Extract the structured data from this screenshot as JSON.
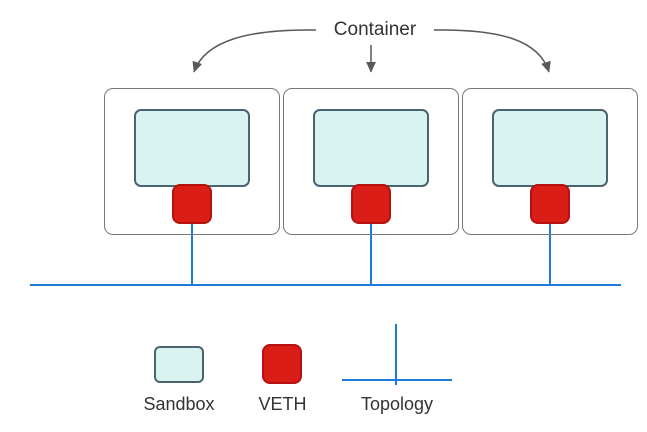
{
  "diagram": {
    "title": "Container",
    "legend": {
      "sandbox": "Sandbox",
      "veth": "VETH",
      "topology": "Topology"
    },
    "colors": {
      "sandbox_fill": "#d9f4f0",
      "sandbox_border": "#4a636e",
      "veth_fill": "#da1d17",
      "veth_border": "#b3120f",
      "container_box_border": "#787878",
      "network_blue": "#1f7ad9",
      "arrow_gray": "#595959",
      "text": "#333333"
    }
  }
}
